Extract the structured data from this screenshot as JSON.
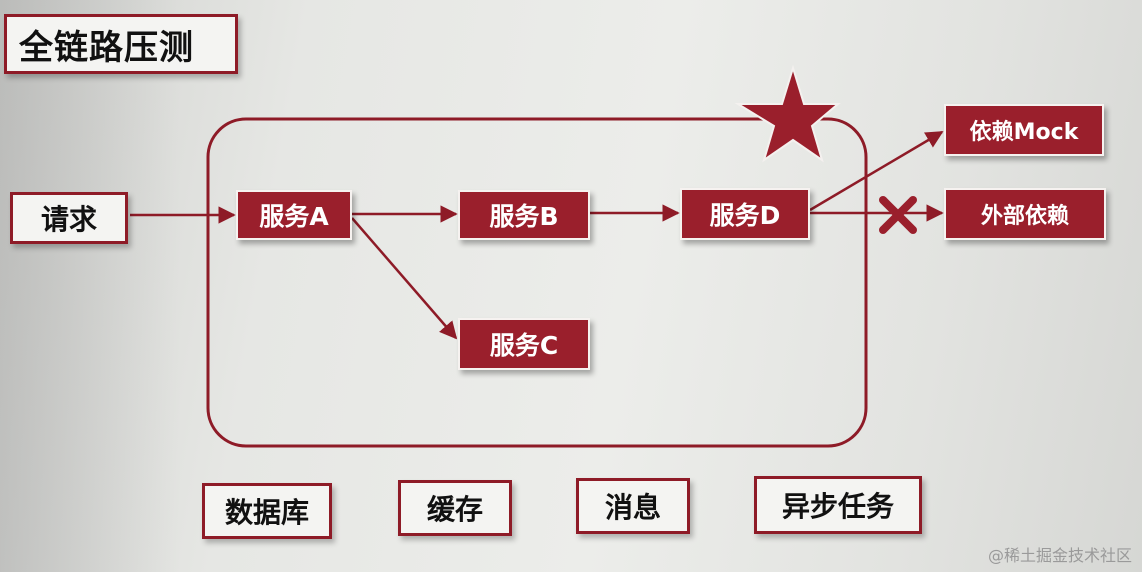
{
  "title": "全链路压测",
  "request": "请求",
  "services": {
    "a": "服务A",
    "b": "服务B",
    "c": "服务C",
    "d": "服务D"
  },
  "dependencies": {
    "mock": "依赖Mock",
    "external": "外部依赖"
  },
  "infrastructure": {
    "database": "数据库",
    "cache": "缓存",
    "message": "消息",
    "async_task": "异步任务"
  },
  "watermark": "@稀土掘金技术社区",
  "colors": {
    "brand_red": "#9a1f2c",
    "line_red": "#8e1b27"
  }
}
